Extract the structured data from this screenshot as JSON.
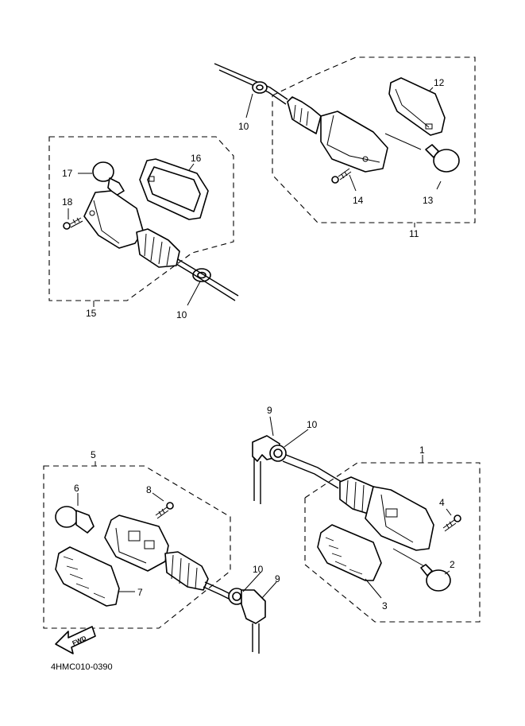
{
  "labels": {
    "l1": "1",
    "l2": "2",
    "l3": "3",
    "l4": "4",
    "l5": "5",
    "l6": "6",
    "l7": "7",
    "l8": "8",
    "l9a": "9",
    "l9b": "9",
    "l10a": "10",
    "l10b": "10",
    "l10c": "10",
    "l10d": "10",
    "l11": "11",
    "l12": "12",
    "l13": "13",
    "l14": "14",
    "l15": "15",
    "l16": "16",
    "l17": "17",
    "l18": "18"
  },
  "diagram_code": "4HMC010-0390",
  "fwd_arrow": {
    "text": "FWD",
    "icon": "fwd-arrow-icon"
  }
}
